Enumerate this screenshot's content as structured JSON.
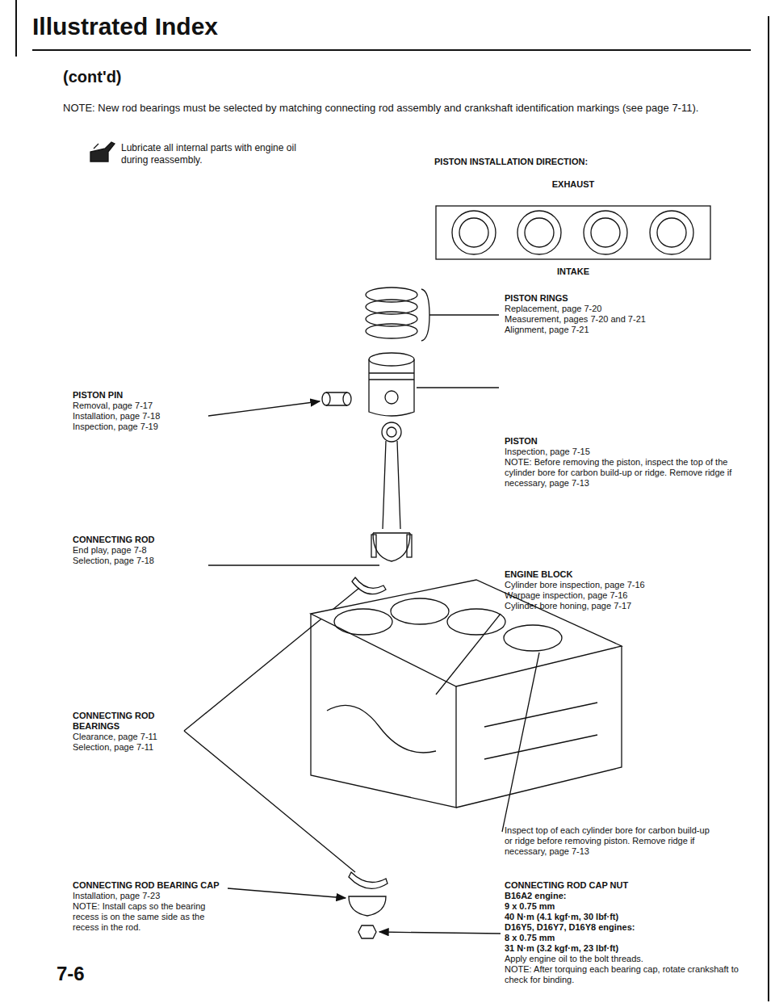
{
  "diagram": {
    "title": "Illustrated Index",
    "labels": [
      "(cont'd)",
      "NOTE: New rod bearings must be selected by matching connecting rod assembly and crankshaft identification markings (see page 7-11).",
      "Lubricate all internal parts with engine oil during reassembly.",
      "PISTON INSTALLATION DIRECTION:",
      "EXHAUST",
      "INTAKE",
      "PISTON RINGS",
      "Replacement, page 7-20",
      "Measurement, pages 7-20 and 7-21",
      "Alignment, page 7-21",
      "PISTON PIN",
      "Removal, page 7-17",
      "Installation, page 7-18",
      "Inspection, page 7-19",
      "PISTON",
      "Inspection, page 7-15",
      "NOTE: Before removing the piston, inspect the top of the cylinder bore for carbon build-up or ridge. Remove ridge if necessary, page 7-13",
      "CONNECTING ROD",
      "End play, page 7-8",
      "Selection, page 7-18",
      "ENGINE BLOCK",
      "Cylinder bore inspection, page 7-16",
      "Warpage inspection, page 7-16",
      "Cylinder bore honing, page 7-17",
      "CONNECTING ROD BEARINGS",
      "Clearance, page 7-11",
      "Selection, page 7-11",
      "Inspect top of each cylinder bore for carbon build-up or ridge before removing piston. Remove ridge if necessary, page 7-13",
      "CONNECTING ROD CAP NUT",
      "B16A2 engine:",
      "9 x 0.75 mm",
      "40 N·m (4.1 kgf·m, 30 lbf·ft)",
      "D16Y5, D16Y7, D16Y8 engines:",
      "8 x 0.75 mm",
      "31 N·m (3.2 kgf·m, 23 lbf·ft)",
      "Apply engine oil to the bolt threads.",
      "NOTE: After torquing each bearing cap, rotate crankshaft to check for binding.",
      "CONNECTING ROD BEARING CAP",
      "Installation, page 7-23",
      "NOTE: Install caps so the bearing recess is on the same side as the recess in the rod.",
      "7-6"
    ]
  }
}
